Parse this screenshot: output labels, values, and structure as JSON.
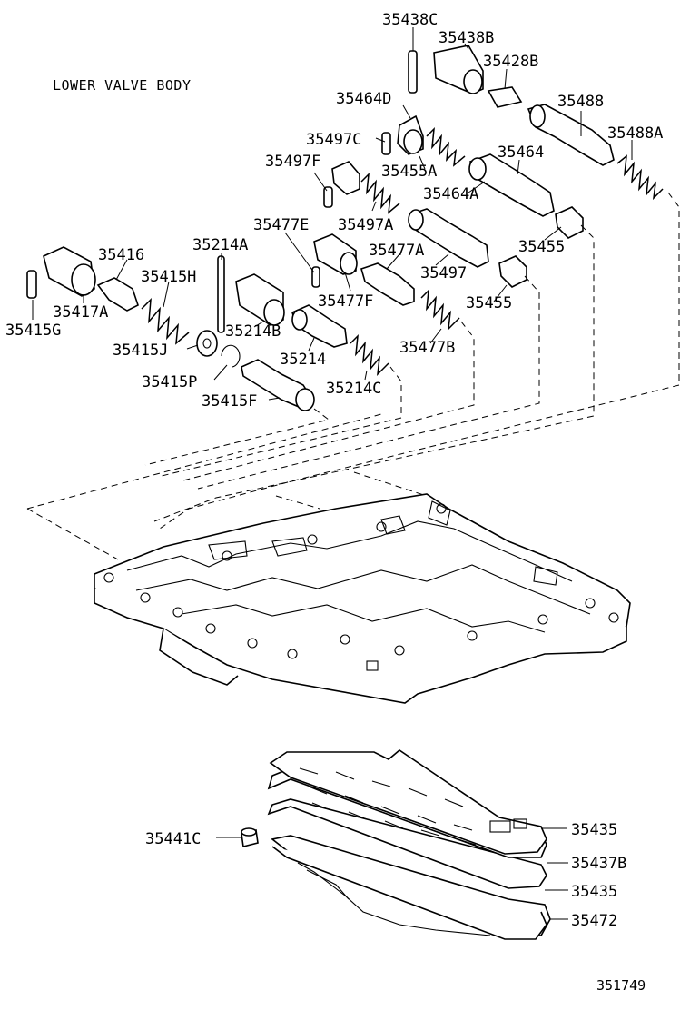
{
  "title": "LOWER VALVE BODY",
  "figure_number": "351749",
  "parts": [
    "35438C",
    "35438B",
    "35428B",
    "35464D",
    "35488",
    "35497C",
    "35488A",
    "35497F",
    "35455A",
    "35464",
    "35464A",
    "35477E",
    "35497A",
    "35214A",
    "35477A",
    "35455",
    "35416",
    "35497",
    "35415H",
    "35477F",
    "35455",
    "35417A",
    "35214B",
    "35477B",
    "35415G",
    "35415J",
    "35214",
    "35415P",
    "35214C",
    "35415F",
    "35441C",
    "35435",
    "35437B",
    "35435",
    "35472"
  ]
}
